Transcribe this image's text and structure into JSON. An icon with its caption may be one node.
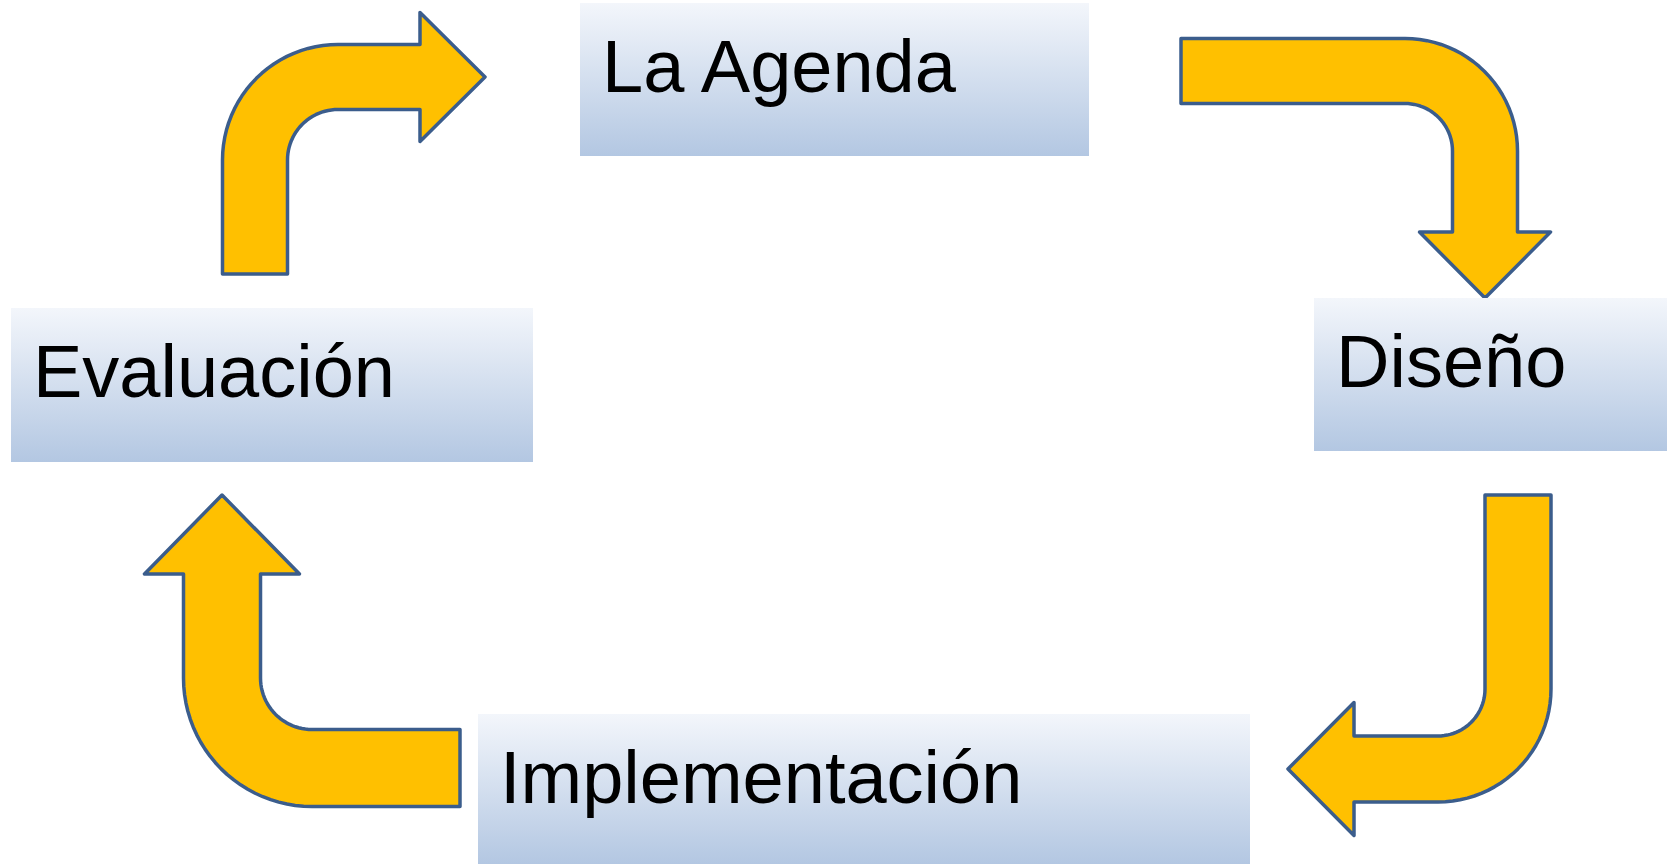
{
  "diagram": {
    "nodes": [
      {
        "text": [
          "La Agenda"
        ]
      },
      {
        "text": [
          "Diseño"
        ]
      },
      {
        "text": [
          "Implementación"
        ]
      },
      {
        "text": [
          "Evaluación"
        ]
      }
    ],
    "edges": [
      {
        "from": 0,
        "to": 1,
        "arrow": "to"
      },
      {
        "from": 1,
        "to": 2,
        "arrow": "to"
      },
      {
        "from": 2,
        "to": 3,
        "arrow": "to"
      },
      {
        "from": 3,
        "to": 0,
        "arrow": "to"
      }
    ]
  }
}
